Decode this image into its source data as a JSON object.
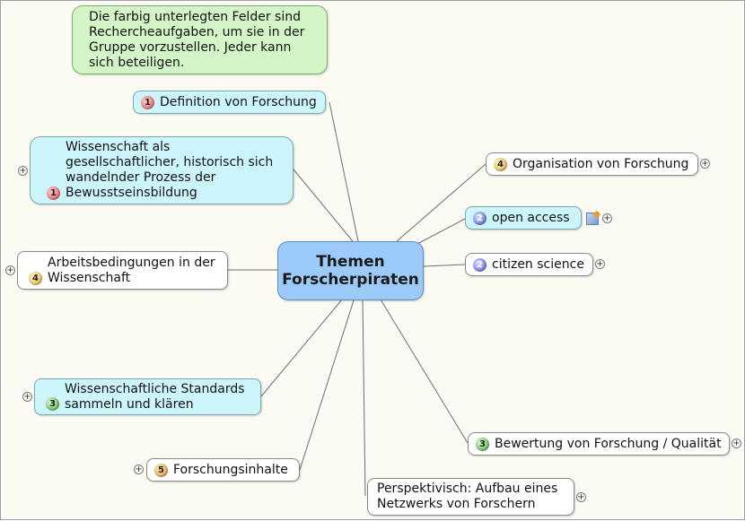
{
  "map": {
    "central": {
      "line1": "Themen",
      "line2": "Forscherpiraten"
    },
    "note": "Die farbig unterlegten Felder sind Rechercheaufgaben, um sie in der Gruppe vorzustellen. Jeder kann sich beteiligen.",
    "topics": [
      {
        "id": "definition",
        "label": "Definition von Forschung",
        "priority": "1",
        "fill": "cyan"
      },
      {
        "id": "wissenschaft",
        "label": "Wissenschaft als gesellschaftlicher, historisch sich wandelnder Prozess der Bewusstseinsbildung",
        "priority": "1",
        "fill": "cyan"
      },
      {
        "id": "arbeitsbedingungen",
        "label": "Arbeitsbedingungen in der Wissenschaft",
        "priority": "4",
        "fill": "white"
      },
      {
        "id": "standards",
        "label": "Wissenschaftliche Standards sammeln und klären",
        "priority": "3",
        "fill": "cyan"
      },
      {
        "id": "forschungsinhalte",
        "label": "Forschungsinhalte",
        "priority": "5",
        "fill": "white"
      },
      {
        "id": "perspektivisch",
        "label": "Perspektivisch: Aufbau eines Netzwerks von Forschern",
        "priority": "",
        "fill": "white"
      },
      {
        "id": "bewertung",
        "label": "Bewertung von Forschung / Qualität",
        "priority": "3",
        "fill": "white"
      },
      {
        "id": "citizen",
        "label": "citizen science",
        "priority": "2",
        "fill": "white"
      },
      {
        "id": "openaccess",
        "label": "open access",
        "priority": "2",
        "fill": "cyan"
      },
      {
        "id": "organisation",
        "label": "Organisation von Forschung",
        "priority": "4",
        "fill": "white"
      }
    ],
    "expander_symbol": "+",
    "colors": {
      "central_fill": "#9ccaf9",
      "cyan_fill": "#ccf6fb",
      "note_fill": "#d3f5c7",
      "line": "#6e6e6e"
    }
  }
}
